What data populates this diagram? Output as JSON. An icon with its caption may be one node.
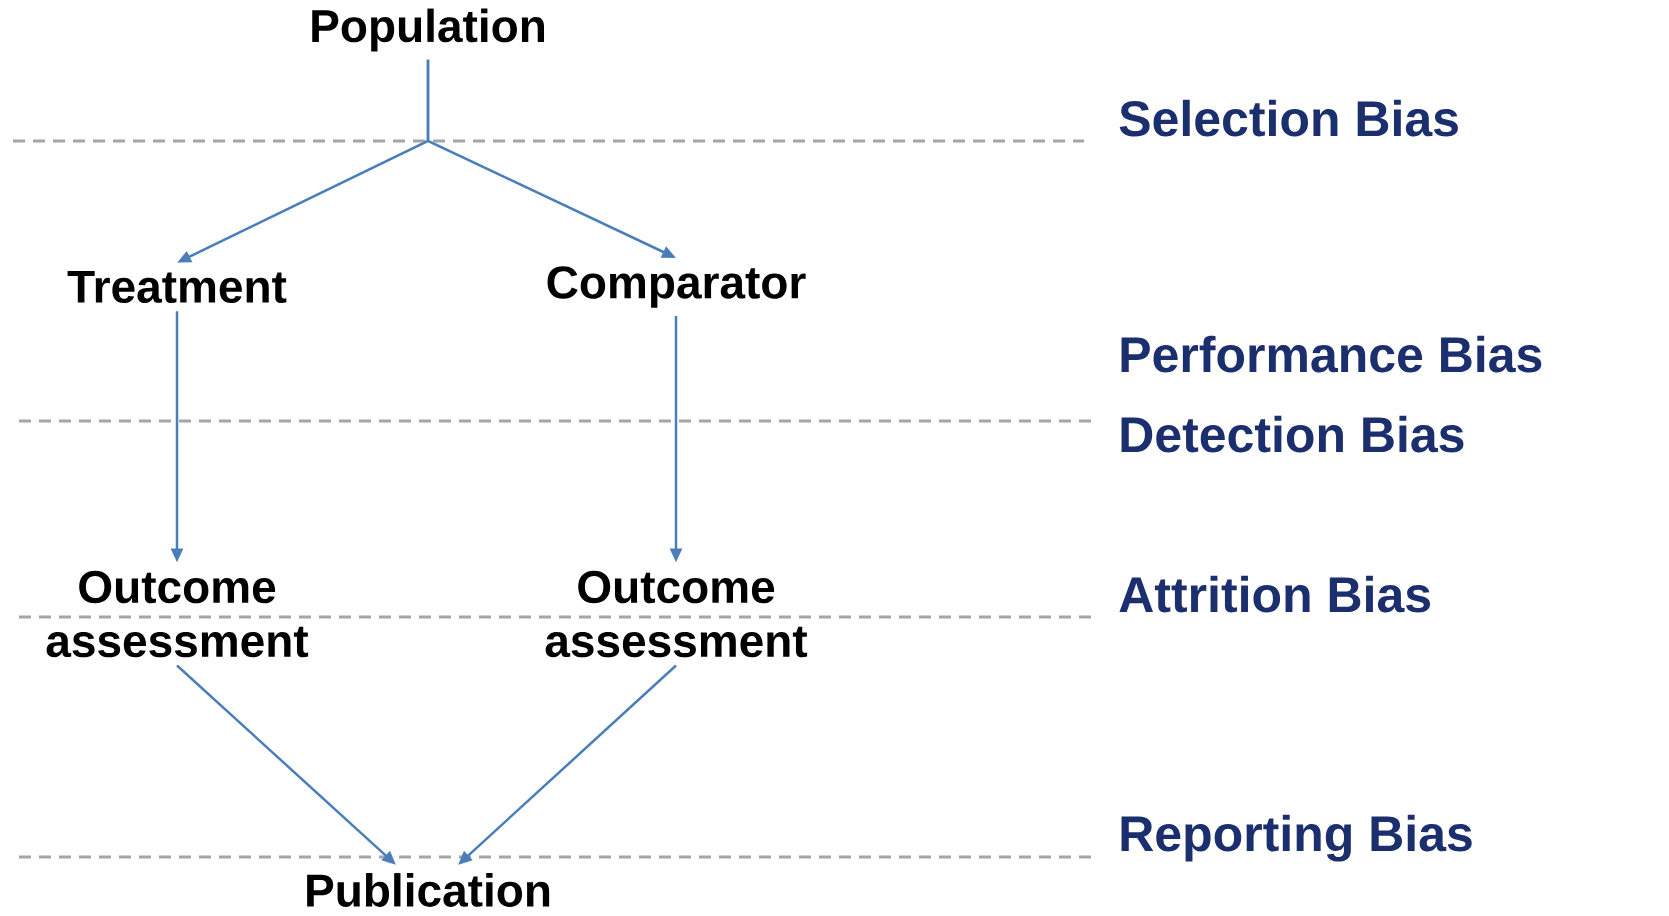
{
  "diagram": {
    "nodes": [
      {
        "text": [
          "Population"
        ]
      },
      {
        "text": [
          "Treatment"
        ]
      },
      {
        "text": [
          "Comparator"
        ]
      },
      {
        "text": [
          "Outcome assessment"
        ]
      },
      {
        "text": [
          "Outcome assessment"
        ]
      },
      {
        "text": [
          "Publication"
        ]
      }
    ],
    "edges": [
      {
        "from": 0,
        "to": 1,
        "arrow": "to"
      },
      {
        "from": 0,
        "to": 2,
        "arrow": "to"
      },
      {
        "from": 1,
        "to": 3,
        "arrow": "to"
      },
      {
        "from": 2,
        "to": 4,
        "arrow": "to"
      },
      {
        "from": 3,
        "to": 5,
        "arrow": "to"
      },
      {
        "from": 4,
        "to": 5,
        "arrow": "to"
      }
    ],
    "labels": [
      "Selection Bias",
      "Performance Bias",
      "Detection Bias",
      "Attrition Bias",
      "Reporting Bias"
    ]
  }
}
